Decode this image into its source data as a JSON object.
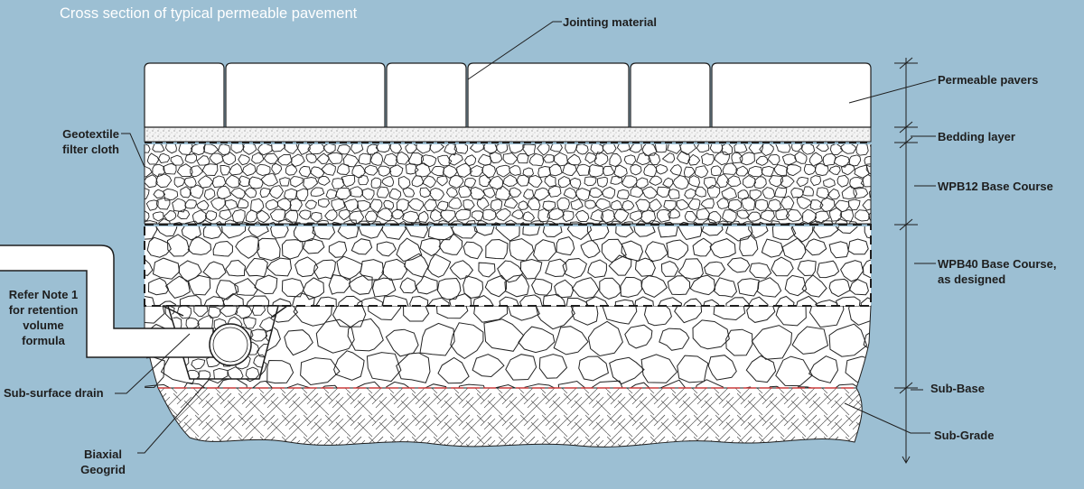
{
  "title": "Cross section of typical permeable pavement",
  "labels": {
    "jointing_material": "Jointing material",
    "permeable_pavers": "Permeable pavers",
    "bedding_layer": "Bedding layer",
    "wpb12_base_course": "WPB12 Base Course",
    "wpb40_base_course_1": "WPB40 Base Course,",
    "wpb40_base_course_2": "as designed",
    "sub_base": "Sub-Base",
    "sub_grade": "Sub-Grade",
    "geotextile_1": "Geotextile",
    "geotextile_2": "filter cloth",
    "refer_note_1": "Refer Note 1",
    "refer_note_2": "for retention",
    "refer_note_3": "volume",
    "refer_note_4": "formula",
    "subsurface_drain": "Sub-surface drain",
    "biaxial_1": "Biaxial",
    "biaxial_2": "Geogrid"
  },
  "colors": {
    "background": "#9cbfd3",
    "line": "#1e1e1e",
    "geogrid": "#cc3b3b",
    "fill": "#ffffff"
  }
}
